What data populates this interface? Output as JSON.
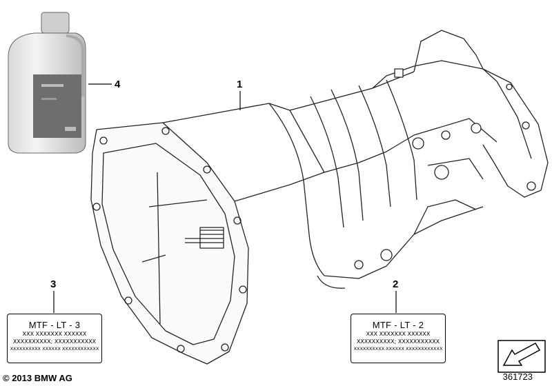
{
  "callouts": {
    "transmission": "1",
    "label_lt2": "2",
    "label_lt3": "3",
    "oil_bottle": "4"
  },
  "label_lt3": {
    "title": "MTF - LT - 3",
    "lines": [
      "XXX XXXXXXX XXXXXX",
      "XXXXXXXXXX; XXXXXXXXXXX",
      "XXXXXXXXXX  XXXXXX  XXXXXXXXXXXX"
    ]
  },
  "label_lt2": {
    "title": "MTF - LT - 2",
    "lines": [
      "XXX XXXXXXX XXXXXX",
      "XXXXXXXXXX; XXXXXXXXXXX",
      "XXXXXXXXXX  XXXXXX  XXXXXXXXXXXX"
    ]
  },
  "footer": {
    "copyright": "© 2013 BMW AG",
    "diagram_number": "361723"
  },
  "icons": {
    "nav_arrow": "arrow-down-left-icon"
  }
}
